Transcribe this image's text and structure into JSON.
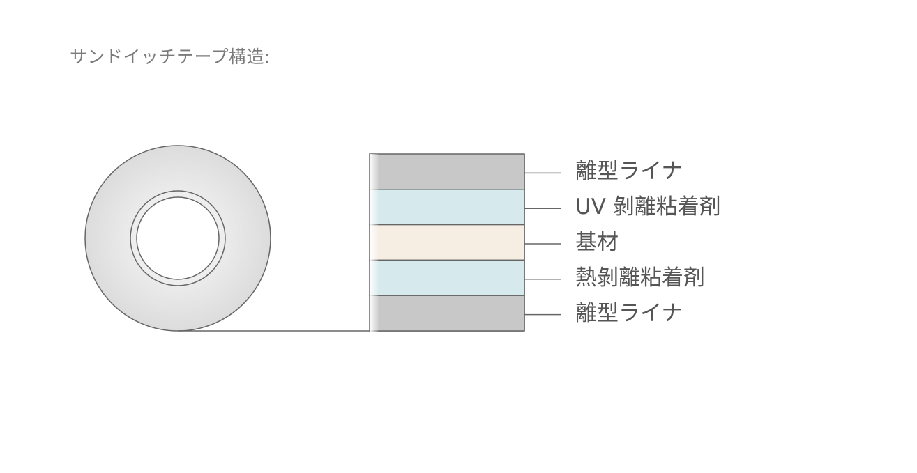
{
  "title": "サンドイッチテープ構造:",
  "layers": [
    {
      "label": "離型ライナ",
      "color": "#c8c8c8"
    },
    {
      "label": "UV 剝離粘着剤",
      "color": "#d6e9ec"
    },
    {
      "label": "基材",
      "color": "#f6ede3"
    },
    {
      "label": "熱剝離粘着剤",
      "color": "#d6e9ec"
    },
    {
      "label": "離型ライナ",
      "color": "#c8c8c8"
    }
  ],
  "colors": {
    "stroke": "#666666",
    "text": "#555555"
  }
}
